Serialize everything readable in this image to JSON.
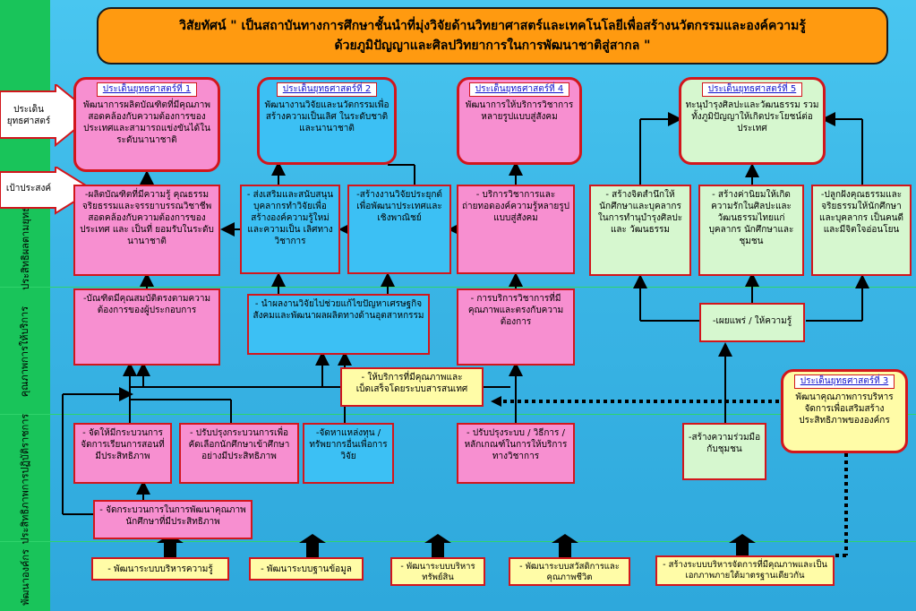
{
  "vision": {
    "line1": "วิสัยทัศน์  \" เป็นสถาบันทางการศึกษาชั้นนำที่มุ่งวิจัยด้านวิทยาศาสตร์และเทคโนโลยีเพื่อสร้างนวัตกรรมและองค์ความรู้",
    "line2": "ด้วยภูมิปัญญาและศิลปวิทยาการในการพัฒนาชาติสู่สากล \""
  },
  "callouts": {
    "issues": "ประเด็นยุทธศาสตร์",
    "goals": "เป้าประสงค์"
  },
  "rows": {
    "strategy": "ประสิทธิผลตามยุทธศาสตร์",
    "quality": "คุณภาพการให้บริการ",
    "efficiency": "ประสิทธิภาพการปฏิบัติราชการ",
    "development": "พัฒนาองค์กร"
  },
  "issues": {
    "i1": {
      "title": "ประเด็นยุทธศาสตร์ที่ 1",
      "text": "พัฒนาการผลิตบัณฑิตที่มีคุณภาพสอดคล้องกับความต้องการของประเทศและสามารถแข่งขันได้ในระดับนานาชาติ"
    },
    "i2": {
      "title": "ประเด็นยุทธศาสตร์ที่ 2",
      "text": "พัฒนางานวิจัยและนวัตกรรมเพื่อสร้างความเป็นเลิศ ในระดับชาติและนานาชาติ"
    },
    "i4": {
      "title": "ประเด็นยุทธศาสตร์ที่ 4",
      "text": "พัฒนาการให้บริการวิชาการหลายรูปแบบสู่สังคม"
    },
    "i5": {
      "title": "ประเด็นยุทธศาสตร์ที่ 5",
      "text": "ทะนุบำรุงศิลปะและวัฒนธรรม รวมทั้งภูมิปัญญาให้เกิดประโยชน์ต่อประเทศ"
    },
    "i3": {
      "title": "ประเด็นยุทธศาสตร์ที่ 3",
      "text": "พัฒนาคุณภาพการบริหารจัดการเพื่อเสริมสร้างประสิทธิภาพขององค์กร"
    }
  },
  "goals": {
    "g1": "-ผลิตบัณฑิตที่มีความรู้ คุณธรรม จริยธรรมและจรรยาบรรณวิชาชีพ สอดคล้องกับความต้องการของประเทศ และ เป็นที่ ยอมรับในระดับนานาชาติ",
    "g2a": "- ส่งเสริมและสนับสนุนบุคลากรทำวิจัยเพื่อสร้างองค์ความรู้ใหม่และความเป็น เลิศทางวิชาการ",
    "g2b": "-สร้างงานวิจัยประยุกต์เพื่อพัฒนาประเทศและ เชิงพาณิชย์",
    "g4": "- บริการวิชาการและถ่ายทอดองค์ความรู้หลายรูปแบบสู่สังคม",
    "g5a": "- สร้างจิตสำนึกให้นักศึกษาและบุคลากรในการทำนุบำรุงศิลปะและ วัฒนธรรม",
    "g5b": "- สร้างค่านิยมให้เกิดความรักในศิลปะและวัฒนธรรมไทยแก่บุคลากร นักศึกษาและชุมชน",
    "g5c": "-ปลูกฝังคุณธรรมและจริยธรรมให้นักศึกษาและบุคลากร เป็นคนดีและมีจิตใจอ่อนโยน"
  },
  "quality": {
    "q1": "-บัณฑิตมีคุณสมบัติตรงตามความต้องการของผู้ประกอบการ",
    "q2": "- นำผลงานวิจัยไปช่วยแก้ไขปัญหาเศรษฐกิจสังคมและพัฒนาผลผลิตทางด้านอุตสาหกรรม",
    "q4": "- การบริการวิชาการที่มีคุณภาพและตรงกับความต้องการ",
    "q5": "-เผยแพร่ / ให้ความรู้",
    "q6": "- ให้บริการที่มีคุณภาพและเบ็ดเสร็จโดยระบบสารสนเทศ"
  },
  "efficiency": {
    "e1": "- จัดให้มีกระบวนการจัดการเรียนการสอนที่มีประสิทธิภาพ",
    "e2": "- ปรับปรุงกระบวนการเพื่อคัดเลือกนักศึกษาเข้าศึกษาอย่างมีประสิทธิภาพ",
    "e3": "-จัดหาแหล่งทุน / ทรัพยากรอื่นเพื่อการวิจัย",
    "e4": "- ปรับปรุงระบบ / วิธีการ /หลักเกณฑ์ในการให้บริการทางวิชาการ",
    "e5": "-สร้างความร่วมมือกับชุมชน",
    "e6": "- จัดกระบวนการในการพัฒนาคุณภาพนักศึกษาที่มีประสิทธิภาพ"
  },
  "development": {
    "d1": "- พัฒนาระบบบริหารความรู้",
    "d2": "- พัฒนาระบบฐานข้อมูล",
    "d3": "- พัฒนาระบบบริหารทรัพย์สิน",
    "d4": "- พัฒนาระบบสวัสดิการและคุณภาพชีวิต",
    "d5": "- สร้างระบบบริหารจัดการที่มีคุณภาพและเป็นเอกภาพภายใต้มาตรฐานเดียวกัน"
  },
  "colors": {
    "pink": "#f78fd0",
    "blue": "#3cc0f4",
    "mint": "#d6f7cf",
    "yellow": "#fffca7",
    "vision": "#ff9a10",
    "border": "#d2161c"
  }
}
